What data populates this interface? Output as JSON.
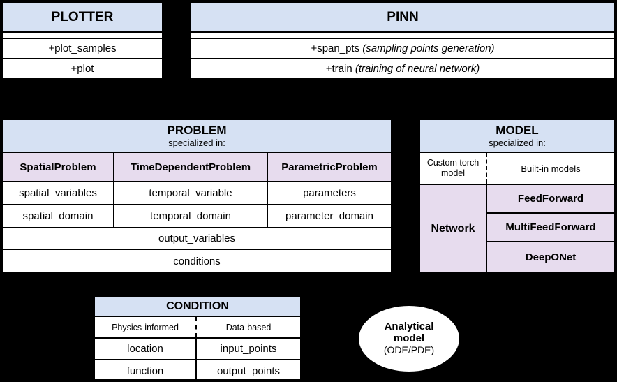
{
  "diagram": {
    "title": "PINA software architecture UML diagram",
    "colors": {
      "header_blue": "#d6e1f3",
      "subclass_purple": "#e7dcee",
      "background": "#000000",
      "stroke": "#000000",
      "fill_white": "#ffffff"
    }
  },
  "plotter": {
    "title": "PLOTTER",
    "methods": [
      "+plot_samples",
      "+plot"
    ]
  },
  "pinn": {
    "title": "PINN",
    "methods": [
      {
        "name": "+span_pts",
        "note": "(sampling points generation)"
      },
      {
        "name": "+train",
        "note": "(training of neural network)"
      }
    ]
  },
  "problem": {
    "title": "PROBLEM",
    "subtitle": "specialized in:",
    "subclasses": [
      "SpatialProblem",
      "TimeDependentProblem",
      "ParametricProblem"
    ],
    "attribute_rows": [
      [
        "spatial_variables",
        "temporal_variable",
        "parameters"
      ],
      [
        "spatial_domain",
        "temporal_domain",
        "parameter_domain"
      ]
    ],
    "shared_rows": [
      "output_variables",
      "conditions"
    ]
  },
  "model": {
    "title": "MODEL",
    "subtitle": "specialized in:",
    "columns": [
      "Custom torch model",
      "Built-in models"
    ],
    "custom_entry": "Network",
    "builtin_entries": [
      "FeedForward",
      "MultiFeedForward",
      "DeepONet"
    ]
  },
  "condition": {
    "title": "CONDITION",
    "columns": [
      "Physics-informed",
      "Data-based"
    ],
    "rows": [
      [
        "location",
        "input_points"
      ],
      [
        "function",
        "output_points"
      ]
    ]
  },
  "analytical": {
    "line1": "Analytical",
    "line2": "model",
    "line3": "(ODE/PDE)"
  },
  "connectors": [
    {
      "name": "plotter-to-pinn",
      "type": "aggregation"
    },
    {
      "name": "pinn-to-problem",
      "type": "aggregation"
    },
    {
      "name": "pinn-to-model",
      "type": "aggregation"
    },
    {
      "name": "problem-to-condition",
      "type": "aggregation"
    },
    {
      "name": "analytical-to-condition",
      "type": "arrow"
    }
  ]
}
